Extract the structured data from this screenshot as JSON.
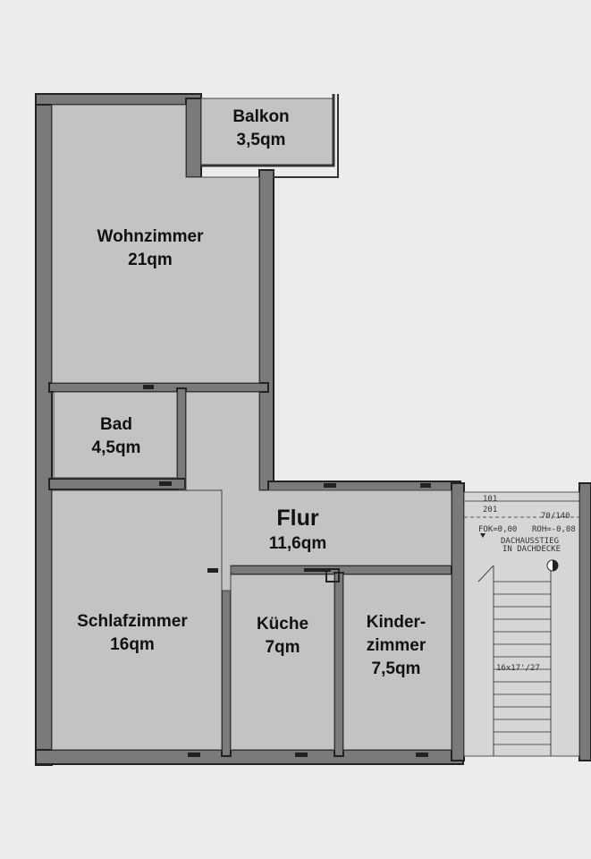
{
  "rooms": {
    "balkon": {
      "name": "Balkon",
      "area": "3,5qm"
    },
    "wohnzimmer": {
      "name": "Wohnzimmer",
      "area": "21qm"
    },
    "bad": {
      "name": "Bad",
      "area": "4,5qm"
    },
    "flur": {
      "name": "Flur",
      "area": "11,6qm"
    },
    "schlafzimmer": {
      "name": "Schlafzimmer",
      "area": "16qm"
    },
    "kueche": {
      "name": "Küche",
      "area": "7qm"
    },
    "kinderzimmer": {
      "name_line1": "Kinder-",
      "name_line2": "zimmer",
      "area": "7,5qm"
    }
  },
  "stair_annotations": {
    "dims_top": "101",
    "dims_second": "201",
    "window": "70/140",
    "fok": "FOK=0,00",
    "rohbau": "ROH=-0,08",
    "dachausstieg_1": "DACHAUSSTIEG",
    "dachausstieg_2": "IN DACHDECKE",
    "steps": "16x17'/27"
  },
  "colors": {
    "room_fill": "#c3c3c3",
    "wall": "#2a2a2a",
    "wall_fill": "#777777",
    "background": "#ececec"
  }
}
